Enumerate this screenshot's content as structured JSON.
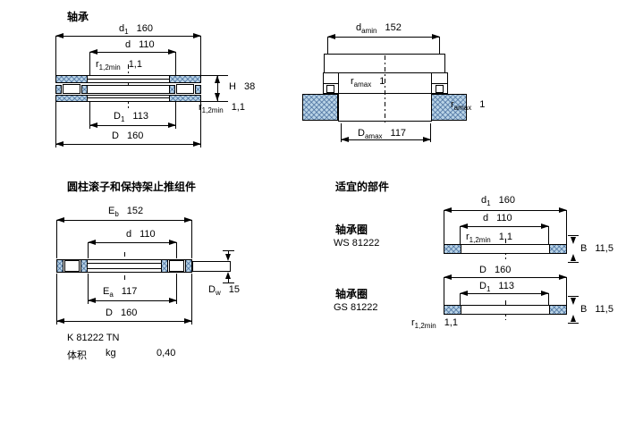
{
  "page": {
    "background": "#ffffff",
    "line_color": "#000000",
    "hatch_fill": "#b9d3e6",
    "hatch_line": "#5f87ad"
  },
  "sections": {
    "bearing": {
      "title": "轴承",
      "dims": {
        "d1": {
          "sym": "d",
          "sub": "1",
          "val": "160"
        },
        "d": {
          "sym": "d",
          "sub": "",
          "val": "110"
        },
        "r12_top": {
          "sym": "r",
          "sub": "1,2min",
          "val": "1,1"
        },
        "H": {
          "sym": "H",
          "sub": "",
          "val": "38"
        },
        "r12_right": {
          "sym": "r",
          "sub": "1,2min",
          "val": "1,1"
        },
        "D1": {
          "sym": "D",
          "sub": "1",
          "val": "113"
        },
        "D": {
          "sym": "D",
          "sub": "",
          "val": "160"
        }
      }
    },
    "abutment": {
      "dims": {
        "damin": {
          "sym": "d",
          "sub": "amin",
          "val": "152"
        },
        "ramax_inner": {
          "sym": "r",
          "sub": "amax",
          "val": "1"
        },
        "ramax_outer": {
          "sym": "r",
          "sub": "amax",
          "val": "1"
        },
        "Damax": {
          "sym": "D",
          "sub": "amax",
          "val": "117"
        }
      }
    },
    "assembly": {
      "title": "圆柱滚子和保持架止推组件",
      "dims": {
        "Eb": {
          "sym": "E",
          "sub": "b",
          "val": "152"
        },
        "d": {
          "sym": "d",
          "sub": "",
          "val": "110"
        },
        "Ea": {
          "sym": "E",
          "sub": "a",
          "val": "117"
        },
        "D": {
          "sym": "D",
          "sub": "",
          "val": "160"
        },
        "Dw": {
          "sym": "D",
          "sub": "w",
          "val": "15"
        }
      },
      "designation": "K 81222 TN",
      "mass_label": "体积",
      "mass_unit": "kg",
      "mass_value": "0,40"
    },
    "parts": {
      "title": "适宜的部件",
      "items": [
        {
          "label": "轴承圈",
          "code": "WS 81222"
        },
        {
          "label": "轴承圈",
          "code": "GS 81222"
        }
      ],
      "ws": {
        "d1": {
          "sym": "d",
          "sub": "1",
          "val": "160"
        },
        "d": {
          "sym": "d",
          "sub": "",
          "val": "110"
        },
        "r12": {
          "sym": "r",
          "sub": "1,2min",
          "val": "1,1"
        },
        "B": {
          "sym": "B",
          "sub": "",
          "val": "11,5"
        }
      },
      "gs": {
        "D": {
          "sym": "D",
          "sub": "",
          "val": "160"
        },
        "D1": {
          "sym": "D",
          "sub": "1",
          "val": "113"
        },
        "B": {
          "sym": "B",
          "sub": "",
          "val": "11,5"
        },
        "r12": {
          "sym": "r",
          "sub": "1,2min",
          "val": "1,1"
        }
      }
    }
  }
}
